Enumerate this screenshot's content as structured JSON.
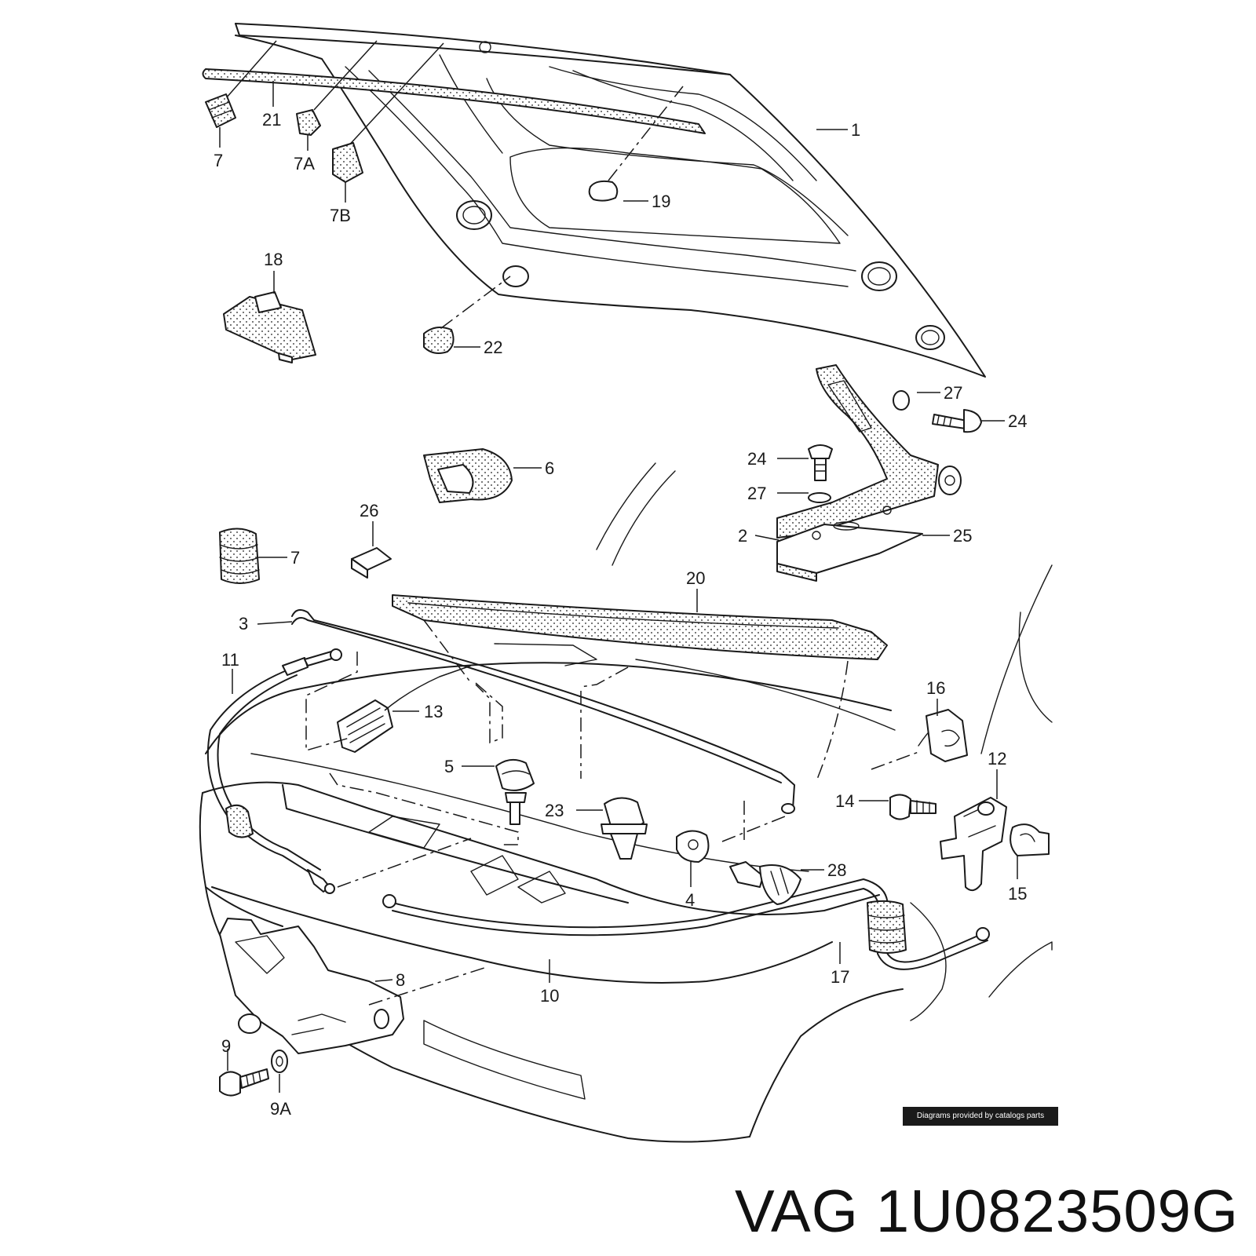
{
  "diagram": {
    "callouts": [
      "1",
      "2",
      "3",
      "4",
      "5",
      "6",
      "7",
      "7",
      "7A",
      "7B",
      "8",
      "9",
      "9A",
      "10",
      "11",
      "12",
      "13",
      "14",
      "15",
      "16",
      "17",
      "18",
      "19",
      "20",
      "21",
      "22",
      "23",
      "24",
      "24",
      "25",
      "26",
      "27",
      "27",
      "28"
    ],
    "credit": "Diagrams provided by catalogs parts"
  },
  "part": {
    "brand": "VAG",
    "number": "1U0823509G"
  }
}
